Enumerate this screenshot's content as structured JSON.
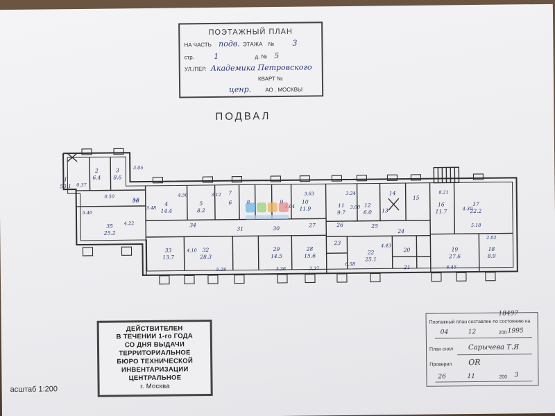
{
  "header": {
    "title": "ПОЭТАЖНЫЙ ПЛАН",
    "row1_label": "НА ЧАСТЬ",
    "row1_value": "подв.",
    "row1_floor_label": "ЭТАЖА",
    "row1_num_label": "№",
    "row1_num_value": "3",
    "row2_label": "стр.",
    "row2_value": "1",
    "row2_d_label": "д. №",
    "row2_d_value": "5",
    "row3_label": "УЛ./ПЕР.",
    "row3_value": "Академика Петровского",
    "row4_label": "КВАРТ №",
    "row5_value": "ценр.",
    "row5_label": "АО . МОСКВЫ"
  },
  "section_title": "ПОДВАЛ",
  "rooms": [
    {
      "num": "I",
      "area": "50.1"
    },
    {
      "num": "2",
      "area": "6.4"
    },
    {
      "num": "3",
      "area": "8.6"
    },
    {
      "num": "4",
      "area": "14.4"
    },
    {
      "num": "5",
      "area": "8.2"
    },
    {
      "num": "6",
      "area": ""
    },
    {
      "num": "7",
      "area": ""
    },
    {
      "num": "8",
      "area": ""
    },
    {
      "num": "9",
      "area": ""
    },
    {
      "num": "10",
      "area": "11.9"
    },
    {
      "num": "11",
      "area": "9.7"
    },
    {
      "num": "12",
      "area": "6.0"
    },
    {
      "num": "13",
      "area": ""
    },
    {
      "num": "14",
      "area": ""
    },
    {
      "num": "15",
      "area": ""
    },
    {
      "num": "16",
      "area": "11.7"
    },
    {
      "num": "17",
      "area": "22.2"
    },
    {
      "num": "18",
      "area": "8.9"
    },
    {
      "num": "19",
      "area": "27.6"
    },
    {
      "num": "20",
      "area": ""
    },
    {
      "num": "21",
      "area": ""
    },
    {
      "num": "22",
      "area": "25.1"
    },
    {
      "num": "23",
      "area": ""
    },
    {
      "num": "24",
      "area": ""
    },
    {
      "num": "25",
      "area": ""
    },
    {
      "num": "26",
      "area": ""
    },
    {
      "num": "27",
      "area": ""
    },
    {
      "num": "28",
      "area": "15.6"
    },
    {
      "num": "29",
      "area": "14.5"
    },
    {
      "num": "30",
      "area": ""
    },
    {
      "num": "31",
      "area": ""
    },
    {
      "num": "32",
      "area": "28.3"
    },
    {
      "num": "33",
      "area": "13.7"
    },
    {
      "num": "34",
      "area": ""
    },
    {
      "num": "35",
      "area": "25.2"
    },
    {
      "num": "36",
      "area": ""
    }
  ],
  "dimensions": [
    "0.37",
    "3.05",
    "4.50",
    "3.12",
    "3.63",
    "3.04",
    "3.24",
    "3.00",
    "5.40",
    "4.22",
    "0.50",
    "3.6",
    "4.10",
    "5.28",
    "3.36",
    "3.37",
    "6.58",
    "4.43",
    "6.45",
    "2.02",
    "8.21",
    "4.30",
    "5.18",
    "3.48"
  ],
  "validity_stamp": {
    "lines": [
      "ДЕЙСТВИТЕЛЕН",
      "В ТЕЧЕНИИ 1-го ГОДА",
      "СО ДНЯ ВЫДАЧИ",
      "ТЕРРИТОРИАЛЬНОЕ",
      "БЮРО ТЕХНИЧЕСКОЙ",
      "ИНВЕНТАРИЗАЦИИ",
      "ЦЕНТРАЛЬНОЕ",
      "г. Москва"
    ]
  },
  "scale_label": "асштаб 1:200",
  "plan_box": {
    "top_value": "18497",
    "made_label": "Поэтажный план составлен по состоянию на",
    "made_day": "04",
    "made_month": "12",
    "made_year_prefix": "200",
    "made_year": "1995",
    "by_label": "План снял",
    "by_value": "Сарычева Т.Я",
    "check_label": "Проверил",
    "check_value": "OR",
    "check_day": "26",
    "check_month": "11",
    "check_year_prefix": "200",
    "check_year": "3"
  }
}
